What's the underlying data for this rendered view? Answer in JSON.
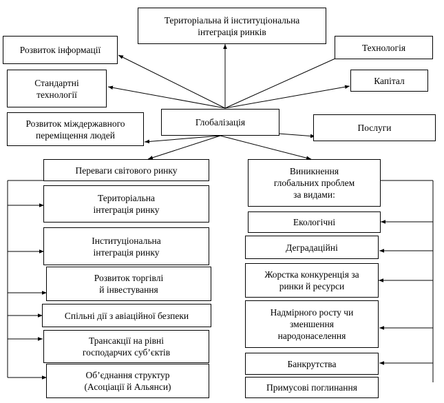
{
  "center": "Глобалізація",
  "top": {
    "integration": "Територіальна й інституціональна\nінтеграція ринків",
    "info": "Розвиток інформації",
    "standards": "Стандартні\nтехнології",
    "people": "Розвиток міждержавного\nпереміщення людей",
    "technology": "Технологія",
    "capital": "Капітал",
    "services": "Послуги"
  },
  "advantages": {
    "header": "Переваги світового ринку",
    "items": [
      "Територіальна\nінтеграція ринку",
      "Інституціональна\nінтеграція ринку",
      "Розвиток торгівлі\nй інвестування",
      "Спільні дії з авіаційної безпеки",
      "Трансакції на рівні\nгосподарчих суб’єктів",
      "Об’єднання структур\n(Асоціації й Альянси)"
    ]
  },
  "problems": {
    "header": "Виникнення\nглобальних проблем\nза видами:",
    "items": [
      "Екологічні",
      "Деградаційні",
      "Жорстка конкуренція за\nринки й ресурси",
      "Надмірного росту чи\nзменшення\nнародонаселення",
      "Банкрутства",
      "Примусові поглинання"
    ]
  }
}
